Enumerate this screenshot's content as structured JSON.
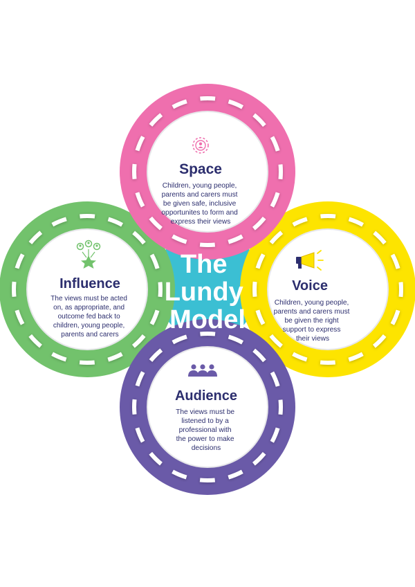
{
  "center": {
    "title_lines": [
      "The",
      "Lundy",
      "Model"
    ],
    "color": "#3bbfd3"
  },
  "rings": {
    "space": {
      "heading": "Space",
      "body_lines": [
        "Children, young people,",
        "parents and carers must",
        "be given safe, inclusive",
        "opportunites to form and",
        "express their views"
      ],
      "color": "#ef6fae",
      "icon": "person-target-icon"
    },
    "voice": {
      "heading": "Voice",
      "body_lines": [
        "Children, young people,",
        "parents and carers must",
        "be given the right",
        "support to express",
        "their views"
      ],
      "color": "#fde400",
      "icon": "megaphone-icon"
    },
    "audience": {
      "heading": "Audience",
      "body_lines": [
        "The views must be",
        "listened to by a",
        "professional with",
        "the power to make",
        "decisions"
      ],
      "color": "#6a5aa8",
      "icon": "group-of-people-icon"
    },
    "influence": {
      "heading": "Influence",
      "body_lines": [
        "The views must be acted",
        "on, as appropriate, and",
        "outcome fed back to",
        "children, young people,",
        "parents and carers"
      ],
      "color": "#72c26c",
      "icon": "people-star-icon"
    }
  },
  "colors": {
    "text_dark": "#2c2e6e",
    "road_dash": "#ffffff",
    "road_edge": "#e7e7ea"
  }
}
